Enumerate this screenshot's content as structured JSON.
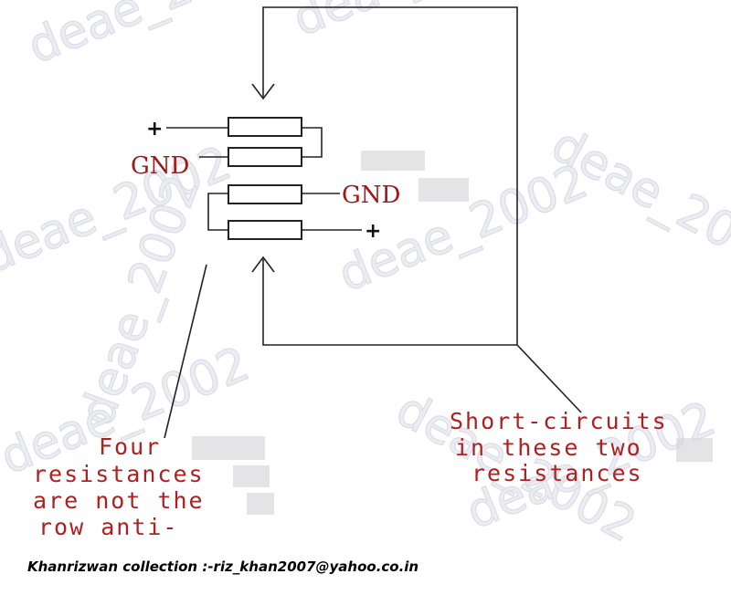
{
  "watermark": {
    "text": "deae_2002"
  },
  "diagram": {
    "plus_top": "+",
    "gnd_left": "GND",
    "gnd_right": "GND",
    "plus_bottom": "+"
  },
  "note_left": {
    "lines": [
      "Four",
      "resistances",
      "are not the",
      "row anti-"
    ]
  },
  "note_right": {
    "lines": [
      "Short-circuits",
      "in these two",
      "resistances"
    ]
  },
  "footer": {
    "credit": "Khanrizwan collection :-riz_khan2007@yahoo.co.in"
  },
  "colors": {
    "label_red": "#a01818",
    "note_red": "#b02020",
    "wire": "#222222",
    "watermark": "#ececf2"
  }
}
